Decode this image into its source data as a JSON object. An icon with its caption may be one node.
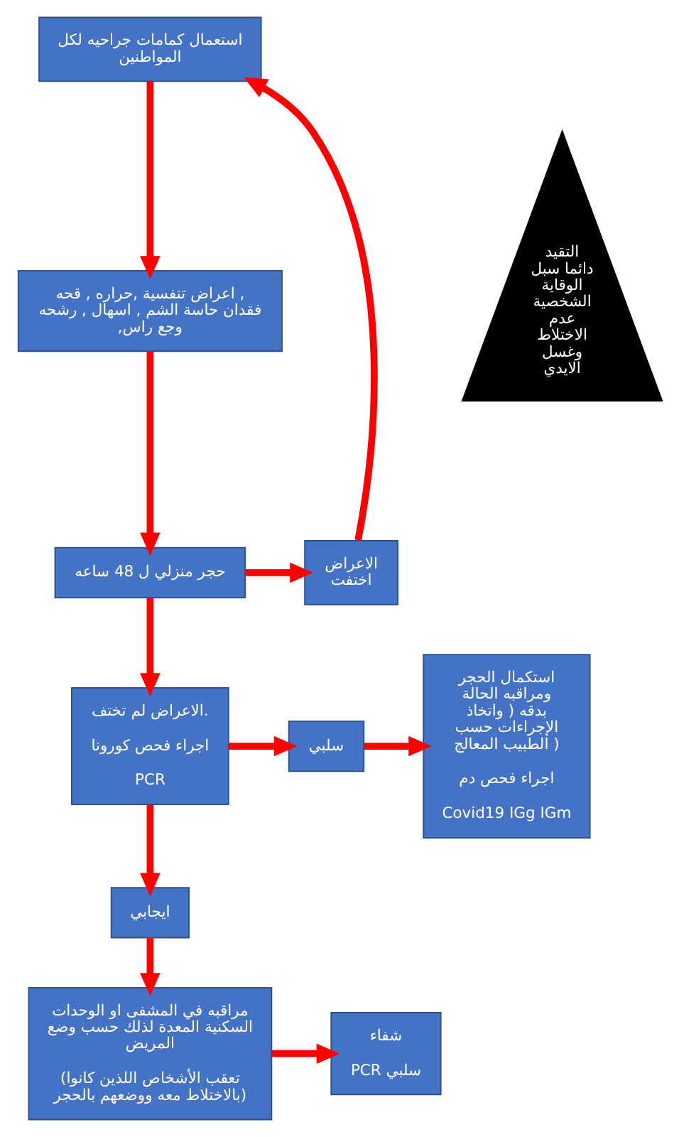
{
  "diagram": {
    "nodes": [
      {
        "text": [
          "استعمال كمامات جراحيه لكل المواطنين"
        ]
      },
      {
        "text": [
          "اعراض تنفسية ,حراره , قحه , فقدان حاسة الشم , اسهال , رشحه ,وجع راس"
        ]
      },
      {
        "text": [
          "التقيد دائما سبل الوقاية الشخصية عدم الاختلاط وغسل الايدي"
        ]
      },
      {
        "text": [
          "حجر منزلي ل 48 ساعه"
        ]
      },
      {
        "text": [
          "الاعراض اختفت"
        ]
      },
      {
        "text": [
          "الاعراض لم تختف.",
          "اجراء فحص كورونا",
          "PCR"
        ]
      },
      {
        "text": [
          "سلبي"
        ]
      },
      {
        "text": [
          "استكمال الحجر ومراقبه الحالة بدقه ( واتخاذ الإجراءات حسب الطبيب المعالج )",
          "اجراء فحص دم",
          "Covid19 IGg IGm"
        ]
      },
      {
        "text": [
          "ايجابي"
        ]
      },
      {
        "text": [
          "مراقبه في المشفى او الوحدات السكنية المعدة لذلك حسب وضع المريض",
          "(تعقب الأشخاص اللذين كانوا بالاختلاط معه ووضعهم بالحجر)"
        ]
      },
      {
        "text": [
          "شفاء",
          "PCR سلبي"
        ]
      }
    ],
    "edges": [
      {
        "from": 0,
        "to": 1,
        "arrow": "to"
      },
      {
        "from": 1,
        "to": 3,
        "arrow": "to"
      },
      {
        "from": 3,
        "to": 4,
        "arrow": "to"
      },
      {
        "from": 4,
        "to": 0,
        "arrow": "to"
      },
      {
        "from": 3,
        "to": 5,
        "arrow": "to"
      },
      {
        "from": 5,
        "to": 6,
        "arrow": "to"
      },
      {
        "from": 6,
        "to": 7,
        "arrow": "to"
      },
      {
        "from": 5,
        "to": 8,
        "arrow": "to"
      },
      {
        "from": 8,
        "to": 9,
        "arrow": "to"
      },
      {
        "from": 9,
        "to": 10,
        "arrow": "to"
      }
    ]
  }
}
